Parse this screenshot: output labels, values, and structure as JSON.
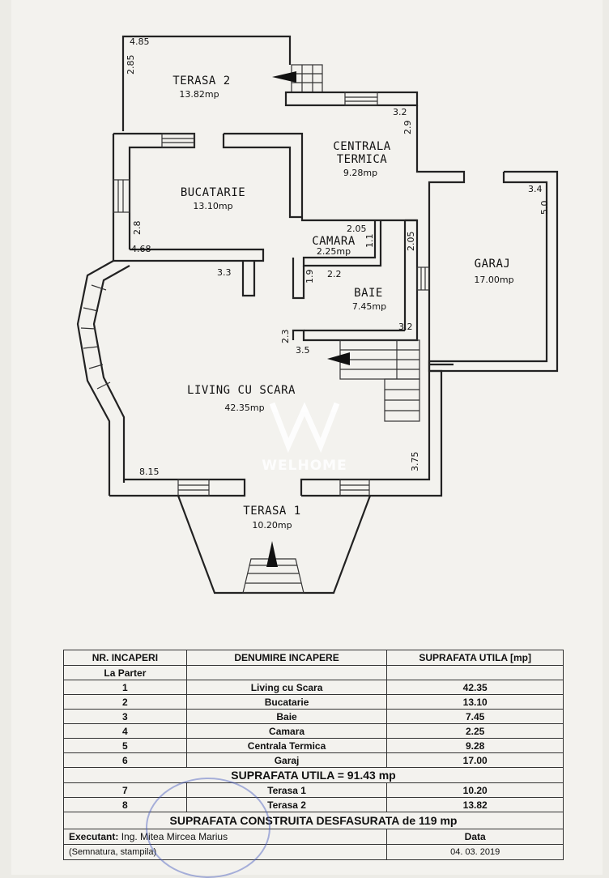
{
  "watermark": {
    "brand": "WELHOME"
  },
  "rooms": {
    "terasa2": {
      "name": "TERASA 2",
      "area": "13.82mp"
    },
    "centrala": {
      "name1": "CENTRALA",
      "name2": "TERMICA",
      "area": "9.28mp"
    },
    "bucatarie": {
      "name": "BUCATARIE",
      "area": "13.10mp"
    },
    "camara": {
      "name": "CAMARA",
      "area": "2.25mp"
    },
    "garaj": {
      "name": "GARAJ",
      "area": "17.00mp"
    },
    "baie": {
      "name": "BAIE",
      "area": "7.45mp"
    },
    "living": {
      "name": "LIVING CU SCARA",
      "area": "42.35mp"
    },
    "terasa1": {
      "name": "TERASA 1",
      "area": "10.20mp"
    }
  },
  "dims": {
    "d485": "4.85",
    "d285": "2.85",
    "d32a": "3.2",
    "d29": "2.9",
    "d34": "3.4",
    "d50": "5.0",
    "d28": "2.8",
    "d468": "4.68",
    "d205a": "2.05",
    "d11": "1.1",
    "d205b": "2.05",
    "d33": "3.3",
    "d19": "1.9",
    "d22": "2.2",
    "d23": "2.3",
    "d35": "3.5",
    "d32b": "3.2",
    "d815": "8.15",
    "d375": "3.75"
  },
  "table": {
    "headers": [
      "NR. INCAPERI",
      "DENUMIRE INCAPERE",
      "SUPRAFATA UTILA [mp]"
    ],
    "level": "La Parter",
    "rows": [
      {
        "nr": "1",
        "name": "Living cu Scara",
        "area": "42.35"
      },
      {
        "nr": "2",
        "name": "Bucatarie",
        "area": "13.10"
      },
      {
        "nr": "3",
        "name": "Baie",
        "area": "7.45"
      },
      {
        "nr": "4",
        "name": "Camara",
        "area": "2.25"
      },
      {
        "nr": "5",
        "name": "Centrala Termica",
        "area": "9.28"
      },
      {
        "nr": "6",
        "name": "Garaj",
        "area": "17.00"
      }
    ],
    "total_utila": "SUPRAFATA UTILA = 91.43  mp",
    "terase": [
      {
        "nr": "7",
        "name": "Terasa 1",
        "area": "10.20"
      },
      {
        "nr": "8",
        "name": "Terasa 2",
        "area": "13.82"
      }
    ],
    "total_construita": "SUPRAFATA CONSTRUITA DESFASURATA de 119 mp",
    "executant_label": "Executant:",
    "executant_name": "Ing. Mitea Mircea Marius",
    "data_label": "Data",
    "semnatura": "(Semnatura, stampila)",
    "date": "04. 03. 2019"
  }
}
